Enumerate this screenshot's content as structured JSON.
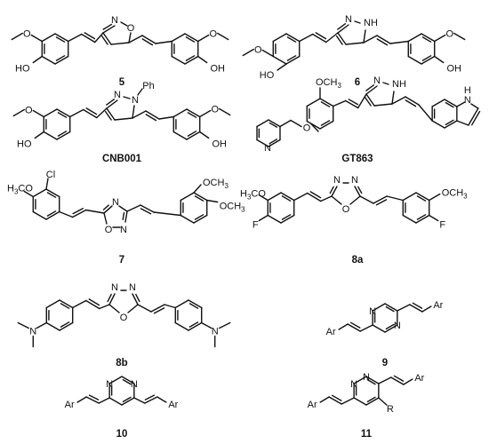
{
  "compounds": [
    {
      "id": "c5",
      "label": "5"
    },
    {
      "id": "c6",
      "label": "6"
    },
    {
      "id": "cnb001",
      "label": "CNB001"
    },
    {
      "id": "gt863",
      "label": "GT863"
    },
    {
      "id": "c7",
      "label": "7"
    },
    {
      "id": "c8a",
      "label": "8a"
    },
    {
      "id": "c8b",
      "label": "8b"
    },
    {
      "id": "c9",
      "label": "9"
    },
    {
      "id": "c10",
      "label": "10"
    },
    {
      "id": "c11",
      "label": "11"
    }
  ],
  "atoms": {
    "o": "O",
    "n": "N",
    "nh": "NH",
    "h": "H",
    "ho": "HO",
    "oh": "OH",
    "ph": "Ph",
    "cl": "Cl",
    "f": "F",
    "r": "R",
    "ar": "Ar",
    "och3": "OCH",
    "h3co": "H",
    "h3co_rest": "CO",
    "meo_ch3_o": "CH",
    "och3_prefix": "OCH",
    "sub3": "3",
    "meo_left": "O",
    "h3co_full": "CO"
  }
}
